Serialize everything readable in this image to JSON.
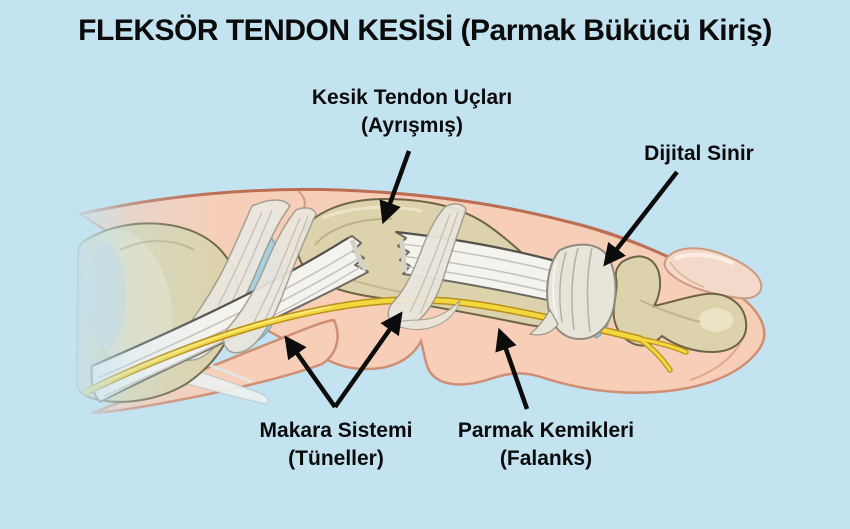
{
  "title": "FLEKSÖR TENDON KESİSİ (Parmak Bükücü Kiriş)",
  "annotations": {
    "cut_tendon_ends": {
      "label": "Kesik Tendon Uçları",
      "sublabel": "(Ayrışmış)"
    },
    "digital_nerve": {
      "label": "Dijital Sinir"
    },
    "pulley_system": {
      "label": "Makara Sistemi",
      "sublabel": "(Tüneller)"
    },
    "finger_bones": {
      "label": "Parmak Kemikleri",
      "sublabel": "(Falanks)"
    }
  },
  "colors": {
    "background": "#c4e3f0",
    "skin": "#f7cfb9",
    "skin_outline": "#d08e74",
    "skin_top_line": "#b96a50",
    "bone": "#dcd3ad",
    "bone_outline": "#6e6547",
    "tendon": "#f4f3ee",
    "pulley": "#e9e6dd",
    "nerve": "#f3d83d",
    "nerve_outline": "#bb8f1d",
    "cartilage": "#a7d0e2",
    "nail": "#f3d9c9",
    "annotation": "#0b0b0b"
  }
}
